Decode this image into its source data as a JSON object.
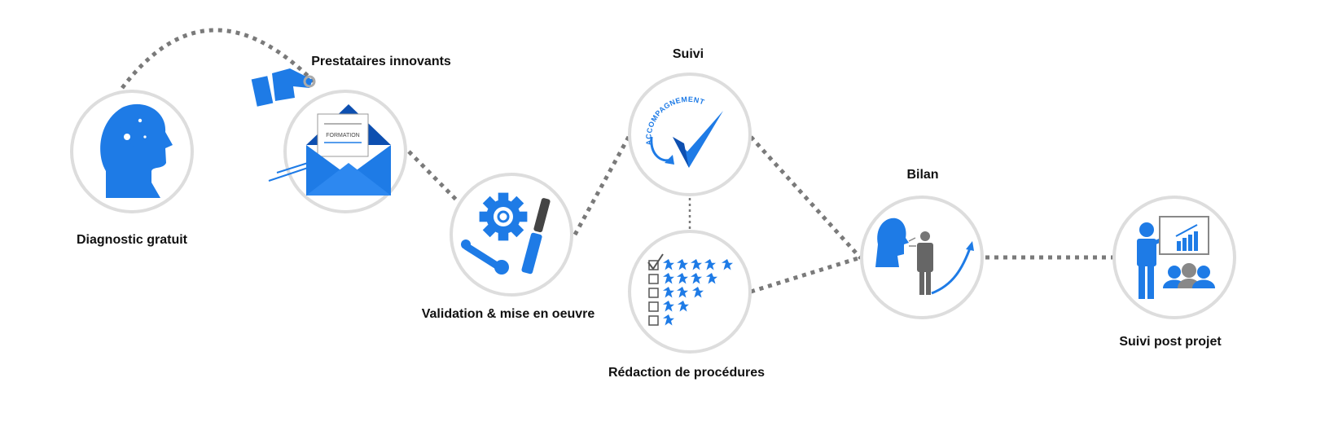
{
  "colors": {
    "icon_blue": "#1e7be6",
    "icon_dark_blue": "#0d4fb0",
    "circle_border": "#dddddd",
    "connector": "#7a7a7a",
    "label": "#111111"
  },
  "steps": [
    {
      "id": "diagnostic",
      "label": "Diagnostic gratuit",
      "icon": "head-gears-icon"
    },
    {
      "id": "prestataires",
      "label": "Prestataires innovants",
      "icon": "envelope-formation-icon",
      "icon_text": "FORMATION"
    },
    {
      "id": "validation",
      "label": "Validation & mise en oeuvre",
      "icon": "gear-tools-icon"
    },
    {
      "id": "suivi",
      "label": "Suivi",
      "icon": "accompagnement-check-icon",
      "icon_text": "ACCOMPAGNEMENT"
    },
    {
      "id": "redaction",
      "label": "Rédaction de procédures",
      "icon": "star-rating-checklist-icon"
    },
    {
      "id": "bilan",
      "label": "Bilan",
      "icon": "speaker-growth-icon"
    },
    {
      "id": "post_projet",
      "label": "Suivi post projet",
      "icon": "presentation-audience-icon"
    }
  ]
}
